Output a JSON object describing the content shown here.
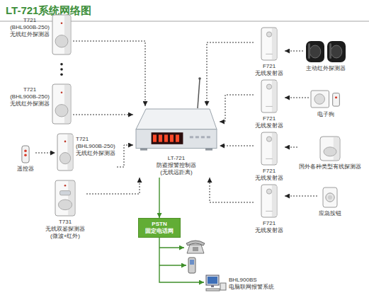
{
  "diagram": {
    "title": "LT-721系统网络图",
    "nodes": [
      {
        "text": [
          "T721 (BHL900B-250) 无线红外探测器"
        ]
      },
      {
        "text": [
          "T721 (BHL900B-250) 无线红外探测器"
        ]
      },
      {
        "text": [
          "遥控器"
        ]
      },
      {
        "text": [
          "T721 (BHL900B-250) 无线红外探测器"
        ]
      },
      {
        "text": [
          "T731 无线双鉴探测器 (微波+红外)"
        ]
      },
      {
        "text": [
          "LT-721 防盗报警控制器 (无线远距离)"
        ]
      },
      {
        "text": [
          "F721 无线发射器"
        ]
      },
      {
        "text": [
          "主动红外探测器"
        ]
      },
      {
        "text": [
          "F721 无线发射器"
        ]
      },
      {
        "text": [
          "电子狗"
        ]
      },
      {
        "text": [
          "F721 无线发射器"
        ]
      },
      {
        "text": [
          "国外各种类型有线探测器"
        ]
      },
      {
        "text": [
          "F721 无线发射器"
        ]
      },
      {
        "text": [
          "应急按钮"
        ]
      },
      {
        "text": [
          "PSTN 固定电话网"
        ]
      },
      {
        "text": [
          "BHL900BS 电脑联网报警系统"
        ]
      }
    ],
    "edges": [
      {
        "from": 0,
        "to": 5,
        "arrow": "to"
      },
      {
        "from": 1,
        "to": 5,
        "arrow": "to"
      },
      {
        "from": 2,
        "to": 3,
        "arrow": "to"
      },
      {
        "from": 3,
        "to": 5,
        "arrow": "to"
      },
      {
        "from": 4,
        "to": 5,
        "arrow": "to"
      },
      {
        "from": 7,
        "to": 6,
        "arrow": "to"
      },
      {
        "from": 6,
        "to": 5,
        "arrow": "to"
      },
      {
        "from": 9,
        "to": 8,
        "arrow": "to"
      },
      {
        "from": 8,
        "to": 5,
        "arrow": "to"
      },
      {
        "from": 11,
        "to": 10,
        "arrow": "to"
      },
      {
        "from": 10,
        "to": 5,
        "arrow": "to"
      },
      {
        "from": 13,
        "to": 12,
        "arrow": "to"
      },
      {
        "from": 12,
        "to": 5,
        "arrow": "to"
      },
      {
        "from": 5,
        "to": 14,
        "arrow": "to"
      },
      {
        "from": 14,
        "to": 15,
        "arrow": "to"
      }
    ]
  }
}
